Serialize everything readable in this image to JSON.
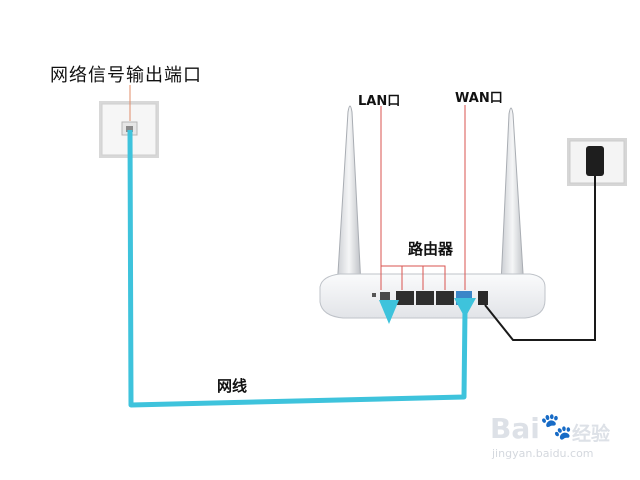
{
  "labels": {
    "signal_outlet": "网络信号输出端口",
    "lan_port": "LAN口",
    "wan_port": "WAN口",
    "router": "路由器",
    "cable": "网线"
  },
  "watermark": {
    "brand": "Bai",
    "paw": "🐾",
    "suffix": "经验",
    "url": "jingyan.baidu.com"
  },
  "colors": {
    "cable": "#3ec3dc",
    "power_cord": "#1a1a1a",
    "label_pointer": "#d9534f",
    "router_body": "#f1f2f4",
    "wall_plate": "#f6f6f6"
  }
}
